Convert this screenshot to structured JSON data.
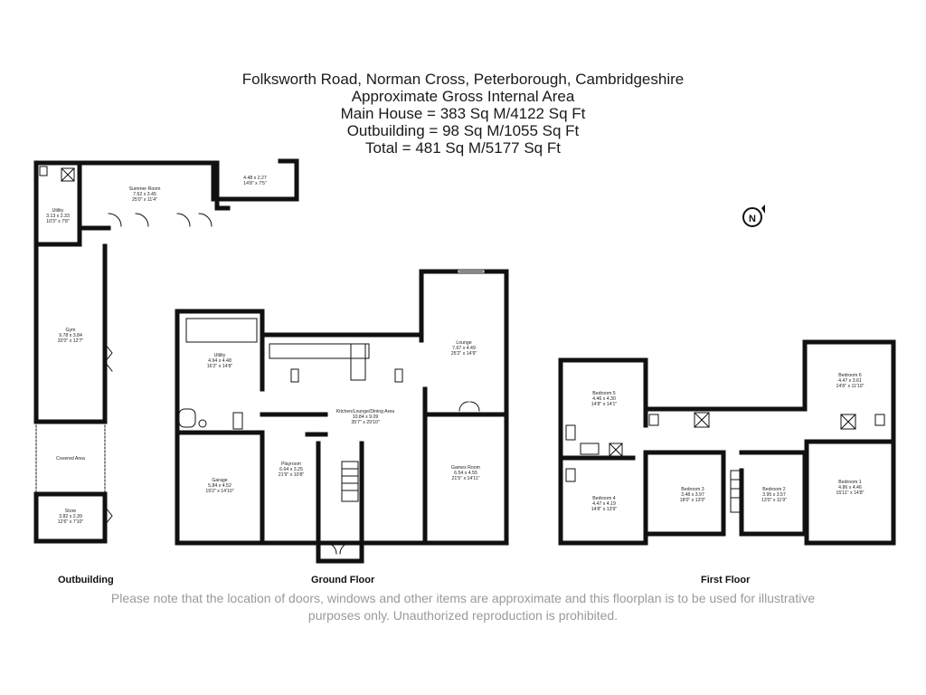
{
  "header": {
    "line1": "Folksworth Road, Norman Cross, Peterborough, Cambridgeshire",
    "line2": "Approximate Gross Internal Area",
    "line3": "Main House = 383 Sq M/4122 Sq Ft",
    "line4": "Outbuilding = 98 Sq M/1055 Sq Ft",
    "line5": "Total = 481 Sq M/5177 Sq Ft"
  },
  "rooms": {
    "summer_room": {
      "name": "Summer Room",
      "dims": "7.62 x 3.45",
      "imperial": "25'0\" x 11'4\""
    },
    "store_top": {
      "name": "",
      "dims": "4.48 x 2.27",
      "imperial": "14'8\" x 7'5\""
    },
    "utility_out": {
      "name": "Utility",
      "dims": "3.13 x 2.33",
      "imperial": "10'3\" x 7'8\""
    },
    "gym": {
      "name": "Gym",
      "dims": "9.78 x 3.84",
      "imperial": "32'0\" x 12'7\""
    },
    "covered_area": {
      "name": "Covered Area"
    },
    "store": {
      "name": "Store",
      "dims": "3.82 x 2.39",
      "imperial": "12'6\" x 7'10\""
    },
    "utility": {
      "name": "Utility",
      "dims": "4.94 x 4.48",
      "imperial": "16'2\" x 14'8\""
    },
    "kitchen": {
      "name": "Kitchen/Lounge/Dining Area",
      "dims": "10.84 x 9.09",
      "imperial": "35'7\" x 29'10\""
    },
    "lounge": {
      "name": "Lounge",
      "dims": "7.67 x 4.49",
      "imperial": "25'2\" x 14'9\""
    },
    "games_room": {
      "name": "Games Room",
      "dims": "6.54 x 4.55",
      "imperial": "21'5\" x 14'11\""
    },
    "playroom": {
      "name": "Playroom",
      "dims": "6.64 x 3.25",
      "imperial": "21'9\" x 10'8\""
    },
    "garage": {
      "name": "Garage",
      "dims": "5.84 x 4.52",
      "imperial": "19'2\" x 14'10\""
    },
    "bedroom5": {
      "name": "Bedroom 5",
      "dims": "4.46 x 4.30",
      "imperial": "14'8\" x 14'1\""
    },
    "bedroom4": {
      "name": "Bedroom 4",
      "dims": "4.47 x 4.19",
      "imperial": "14'8\" x 13'9\""
    },
    "bedroom3": {
      "name": "Bedroom 3",
      "dims": "3.48 x 3.97",
      "imperial": "18'0\" x 13'0\""
    },
    "bedroom2": {
      "name": "Bedroom 2",
      "dims": "3.95 x 3.57",
      "imperial": "13'0\" x 11'9\""
    },
    "bedroom1": {
      "name": "Bedroom 1",
      "dims": "4.86 x 4.46",
      "imperial": "15'11\" x 14'8\""
    },
    "bedroom6": {
      "name": "Bedroom 6",
      "dims": "4.47 x 3.61",
      "imperial": "14'8\" x 11'10\""
    }
  },
  "compass": {
    "label": "N"
  },
  "captions": {
    "outbuilding": "Outbuilding",
    "ground": "Ground Floor",
    "first": "First Floor"
  },
  "disclaimer": {
    "line1": "Please note that the location of doors, windows and other items are approximate and this floorplan is to be used for illustrative",
    "line2": "purposes only. Unauthorized reproduction is prohibited."
  },
  "colors": {
    "wall": "#111111",
    "text": "#1a1a1a",
    "disclaimer": "#9a9a9a"
  }
}
